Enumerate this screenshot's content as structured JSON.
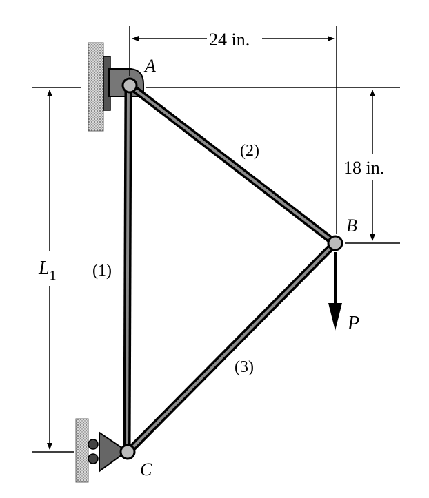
{
  "diagram": {
    "joints": {
      "a": "A",
      "b": "B",
      "c": "C"
    },
    "members": {
      "m1": "(1)",
      "m2": "(2)",
      "m3": "(3)"
    },
    "dimensions": {
      "horizontal": "24 in.",
      "vertical": "18 in.",
      "length_l1_main": "L",
      "length_l1_sub": "1"
    },
    "load": {
      "label": "P"
    },
    "colors": {
      "ink": "#000000",
      "hatch": "#6e6e6e",
      "paper": "#ffffff"
    }
  }
}
